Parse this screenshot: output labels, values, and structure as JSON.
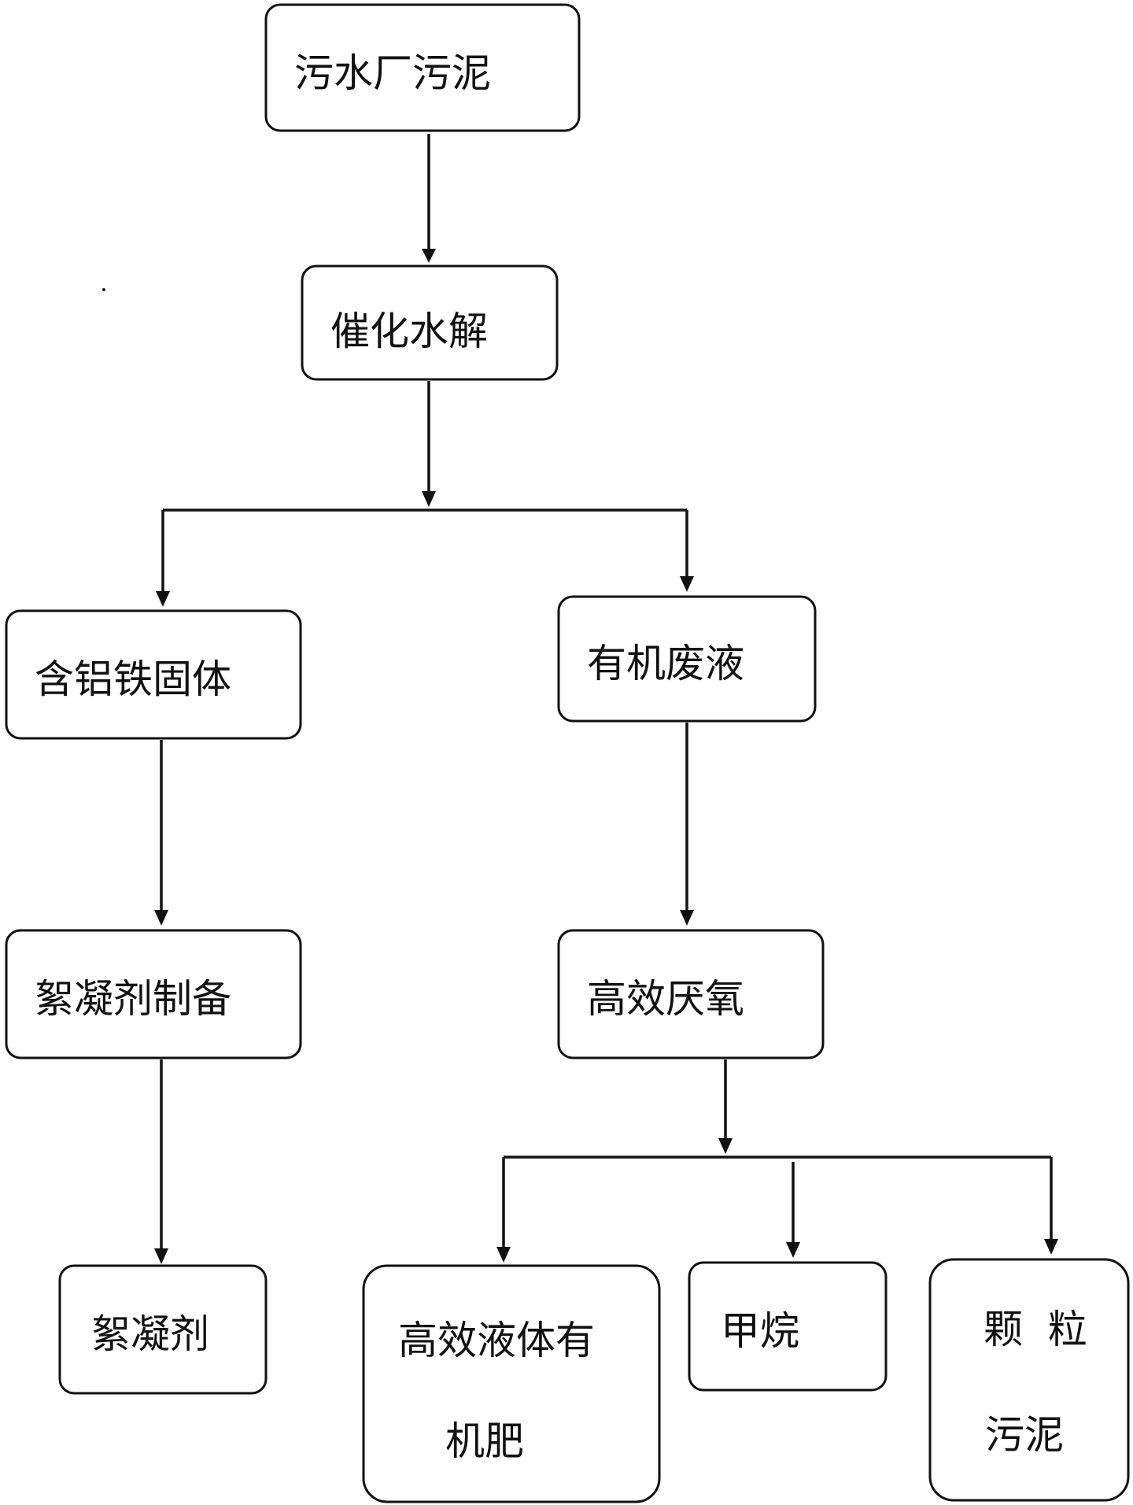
{
  "nodes": {
    "sludge": "污水厂污泥",
    "hydrolysis": "催化水解",
    "al_fe_solid": "含铝铁固体",
    "organic_waste": "有机废液",
    "flocculant_prep": "絮凝剂制备",
    "anaerobic": "高效厌氧",
    "flocculant": "絮凝剂",
    "fertilizer_line1": "高效液体有",
    "fertilizer_line2": "机肥",
    "methane": "甲烷",
    "granular_line1": "颗  粒",
    "granular_line2": "污泥"
  }
}
